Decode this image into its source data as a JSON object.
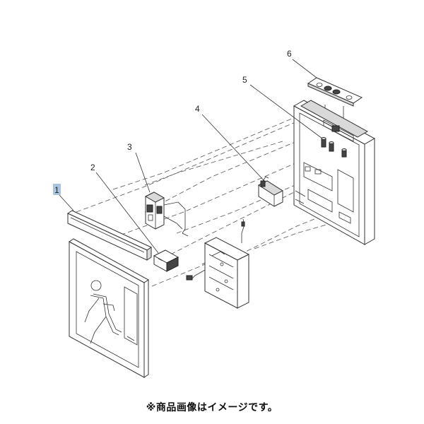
{
  "callouts": [
    {
      "id": "1",
      "label": "1",
      "highlighted": true
    },
    {
      "id": "2",
      "label": "2",
      "highlighted": false
    },
    {
      "id": "3",
      "label": "3",
      "highlighted": false
    },
    {
      "id": "4",
      "label": "4",
      "highlighted": false
    },
    {
      "id": "5",
      "label": "5",
      "highlighted": false
    },
    {
      "id": "6",
      "label": "6",
      "highlighted": false
    }
  ],
  "caption": "※商品画像はイメージです。",
  "colors": {
    "highlight": "#a9c4e0",
    "line": "#333333",
    "background": "#ffffff"
  }
}
